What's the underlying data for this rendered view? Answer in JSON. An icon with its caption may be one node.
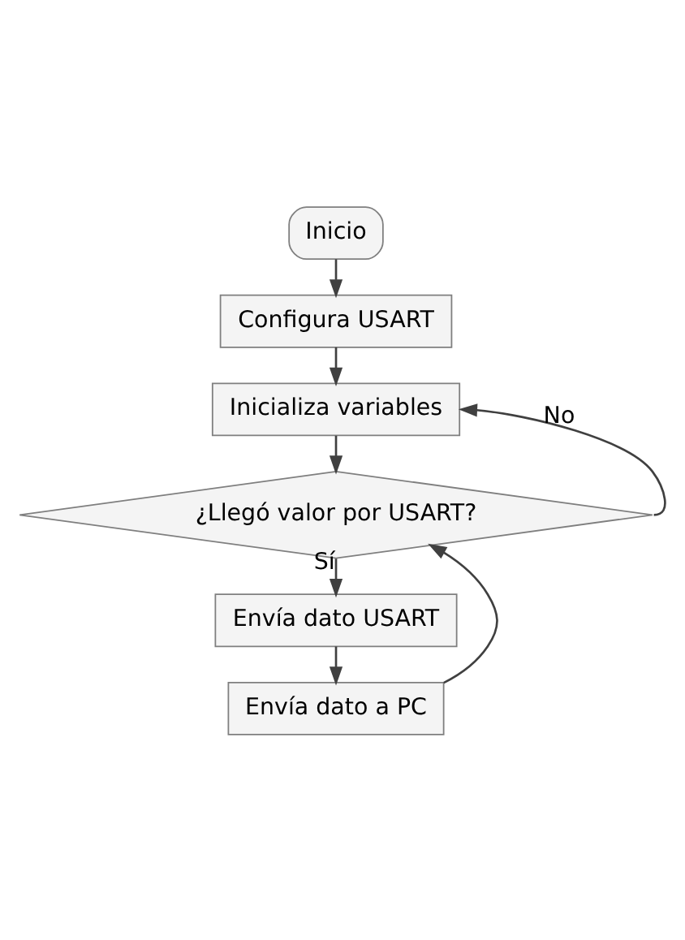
{
  "diagram": {
    "nodes": [
      {
        "text": [
          "Inicio"
        ]
      },
      {
        "text": [
          "Configura USART"
        ]
      },
      {
        "text": [
          "Inicializa variables"
        ]
      },
      {
        "text": [
          "¿Llegó valor por USART?"
        ]
      },
      {
        "text": [
          "Envía dato USART"
        ]
      },
      {
        "text": [
          "Envía dato a PC"
        ]
      }
    ],
    "edges": [
      {
        "from": 0,
        "to": 1,
        "arrow": "to"
      },
      {
        "from": 1,
        "to": 2,
        "arrow": "to"
      },
      {
        "from": 2,
        "to": 3,
        "arrow": "to"
      },
      {
        "from": 3,
        "to": 2,
        "arrow": "to",
        "label": "No"
      },
      {
        "from": 3,
        "to": 4,
        "arrow": "to",
        "label": "Sí"
      },
      {
        "from": 4,
        "to": 5,
        "arrow": "to"
      },
      {
        "from": 5,
        "to": 3,
        "arrow": "to"
      }
    ]
  }
}
